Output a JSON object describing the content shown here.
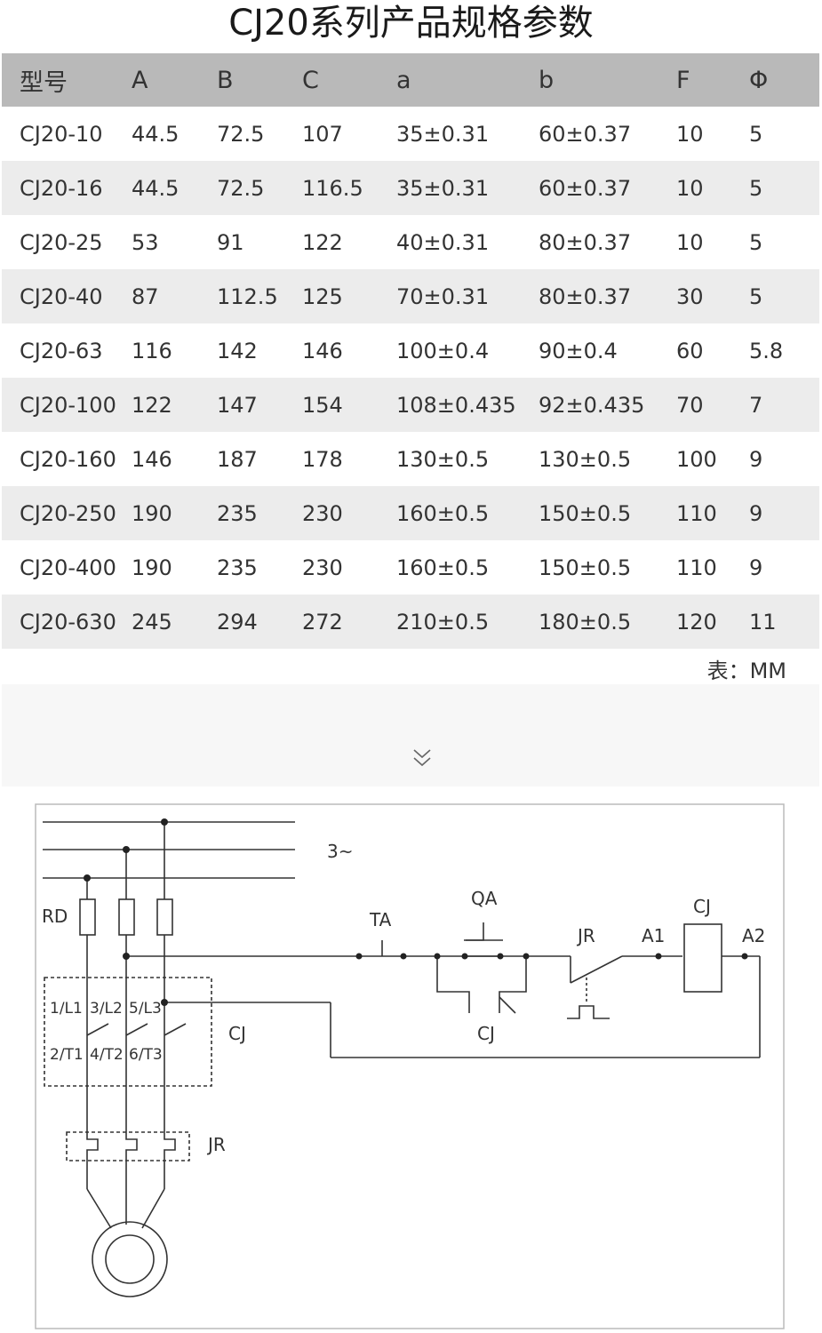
{
  "title": "CJ20系列产品规格参数",
  "table": {
    "headers": [
      "型号",
      "A",
      "B",
      "C",
      "a",
      "b",
      "F",
      "Φ"
    ],
    "rows": [
      [
        "CJ20-10",
        "44.5",
        "72.5",
        "107",
        "35±0.31",
        "60±0.37",
        "10",
        "5"
      ],
      [
        "CJ20-16",
        "44.5",
        "72.5",
        "116.5",
        "35±0.31",
        "60±0.37",
        "10",
        "5"
      ],
      [
        "CJ20-25",
        "53",
        "91",
        "122",
        "40±0.31",
        "80±0.37",
        "10",
        "5"
      ],
      [
        "CJ20-40",
        "87",
        "112.5",
        "125",
        "70±0.31",
        "80±0.37",
        "30",
        "5"
      ],
      [
        "CJ20-63",
        "116",
        "142",
        "146",
        "100±0.4",
        "90±0.4",
        "60",
        "5.8"
      ],
      [
        "CJ20-100",
        "122",
        "147",
        "154",
        "108±0.435",
        "92±0.435",
        "70",
        "7"
      ],
      [
        "CJ20-160",
        "146",
        "187",
        "178",
        "130±0.5",
        "130±0.5",
        "100",
        "9"
      ],
      [
        "CJ20-250",
        "190",
        "235",
        "230",
        "160±0.5",
        "150±0.5",
        "110",
        "9"
      ],
      [
        "CJ20-400",
        "190",
        "235",
        "230",
        "160±0.5",
        "150±0.5",
        "110",
        "9"
      ],
      [
        "CJ20-630",
        "245",
        "294",
        "272",
        "210±0.5",
        "180±0.5",
        "120",
        "11"
      ]
    ],
    "unit_note": "表：MM"
  },
  "scroll_hint_icon": "double-chevron-down-icon",
  "diagram": {
    "labels": {
      "three_phase": "3~",
      "fuse": "RD",
      "contactor_main": "CJ",
      "thermal_relay": "JR",
      "stop_button": "TA",
      "start_button": "QA",
      "relay_contact": "JR",
      "aux_contact": "CJ",
      "coil": "CJ",
      "coil_a1": "A1",
      "coil_a2": "A2",
      "term_l1": "1/L1",
      "term_l2": "3/L2",
      "term_l3": "5/L3",
      "term_t1": "2/T1",
      "term_t2": "4/T2",
      "term_t3": "6/T3"
    }
  }
}
